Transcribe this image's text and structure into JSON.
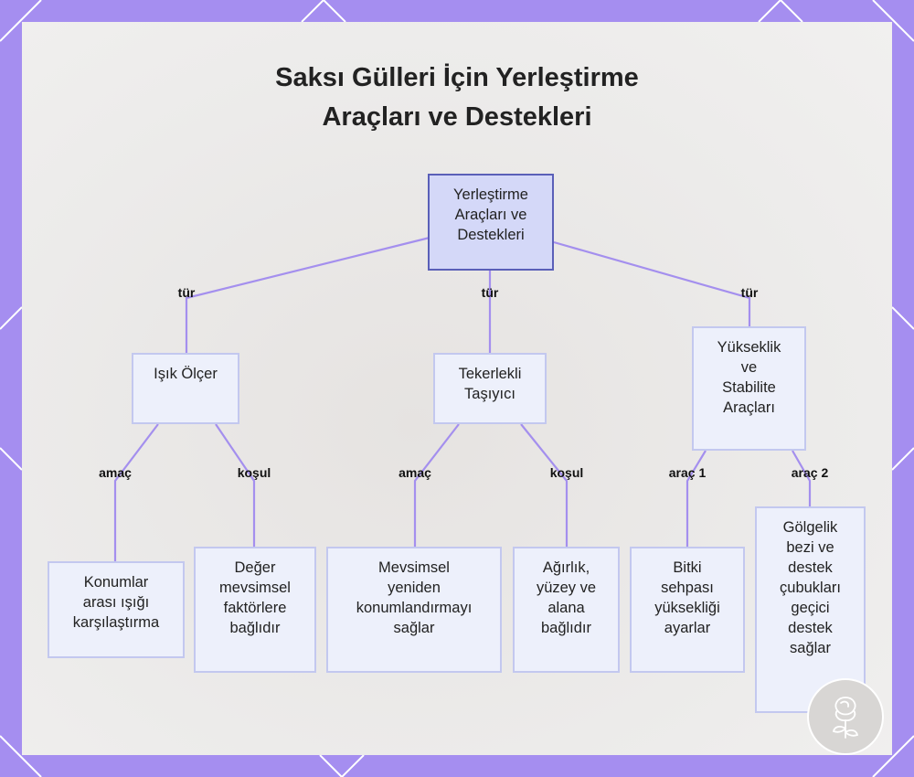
{
  "title_lines": [
    "Saksı Gülleri İçin Yerleştirme",
    "Araçları ve Destekleri"
  ],
  "nodes": {
    "root": "Yerleştirme\nAraçları ve\nDestekleri",
    "light_meter": "Işık Ölçer",
    "wheeled_carrier": "Tekerlekli\nTaşıyıcı",
    "height_tools": "Yükseklik\nve\nStabilite\nAraçları",
    "compare_light": "Konumlar\narası ışığı\nkarşılaştırma",
    "value_depends": "Değer\nmevsimsel\nfaktörlere\nbağlıdır",
    "seasonal": "Mevsimsel\nyeniden\nkonumlandırmayı\nsağlar",
    "weight_depends": "Ağırlık,\nyüzey ve\nalana\nbağlıdır",
    "plant_stand": "Bitki\nsehpası\nyüksekliği\nayarlar",
    "shade_cloth": "Gölgelik\nbezi ve\ndestek\nçubukları\ngeçici\ndestek\nsağlar"
  },
  "edge_labels": {
    "type_1": "tür",
    "type_2": "tür",
    "type_3": "tür",
    "purpose_1": "amaç",
    "condition_1": "koşul",
    "purpose_2": "amaç",
    "condition_2": "koşul",
    "tool_1": "araç 1",
    "tool_2": "araç 2"
  },
  "colors": {
    "frame": "#a58ef0",
    "edge": "#a48fee",
    "node_fill": "#edf0fb",
    "node_border": "#c3c8ef",
    "root_fill": "#d4d8f8",
    "root_border": "#5a5fb8"
  }
}
